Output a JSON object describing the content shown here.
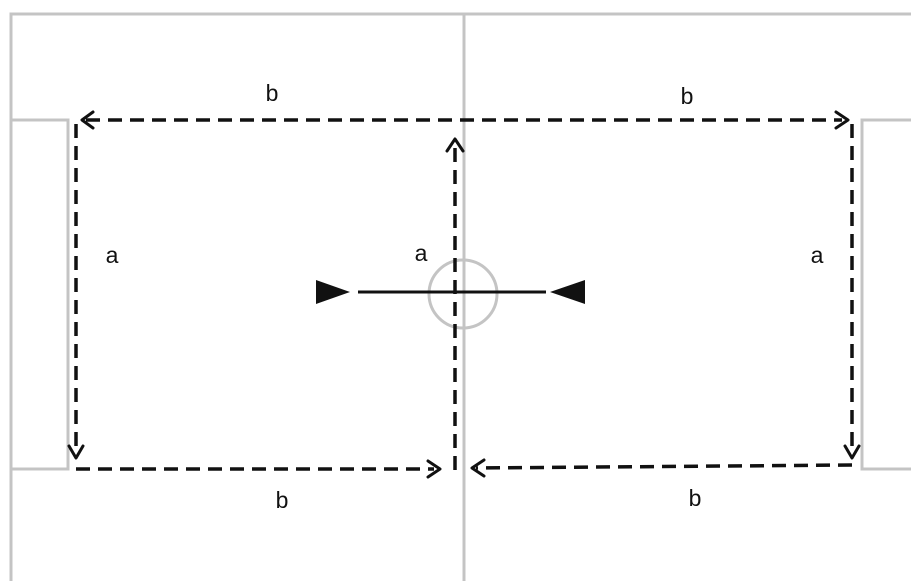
{
  "labels": {
    "top_left_b": "b",
    "top_right_b": "b",
    "left_a": "a",
    "center_a": "a",
    "right_a": "a",
    "bottom_left_b": "b",
    "bottom_right_b": "b"
  },
  "colors": {
    "field_lines": "#c4c4c4",
    "path": "#111111",
    "background": "#ffffff"
  },
  "icons": {
    "left_marker": "triangle-right-icon",
    "right_marker": "triangle-left-icon"
  }
}
